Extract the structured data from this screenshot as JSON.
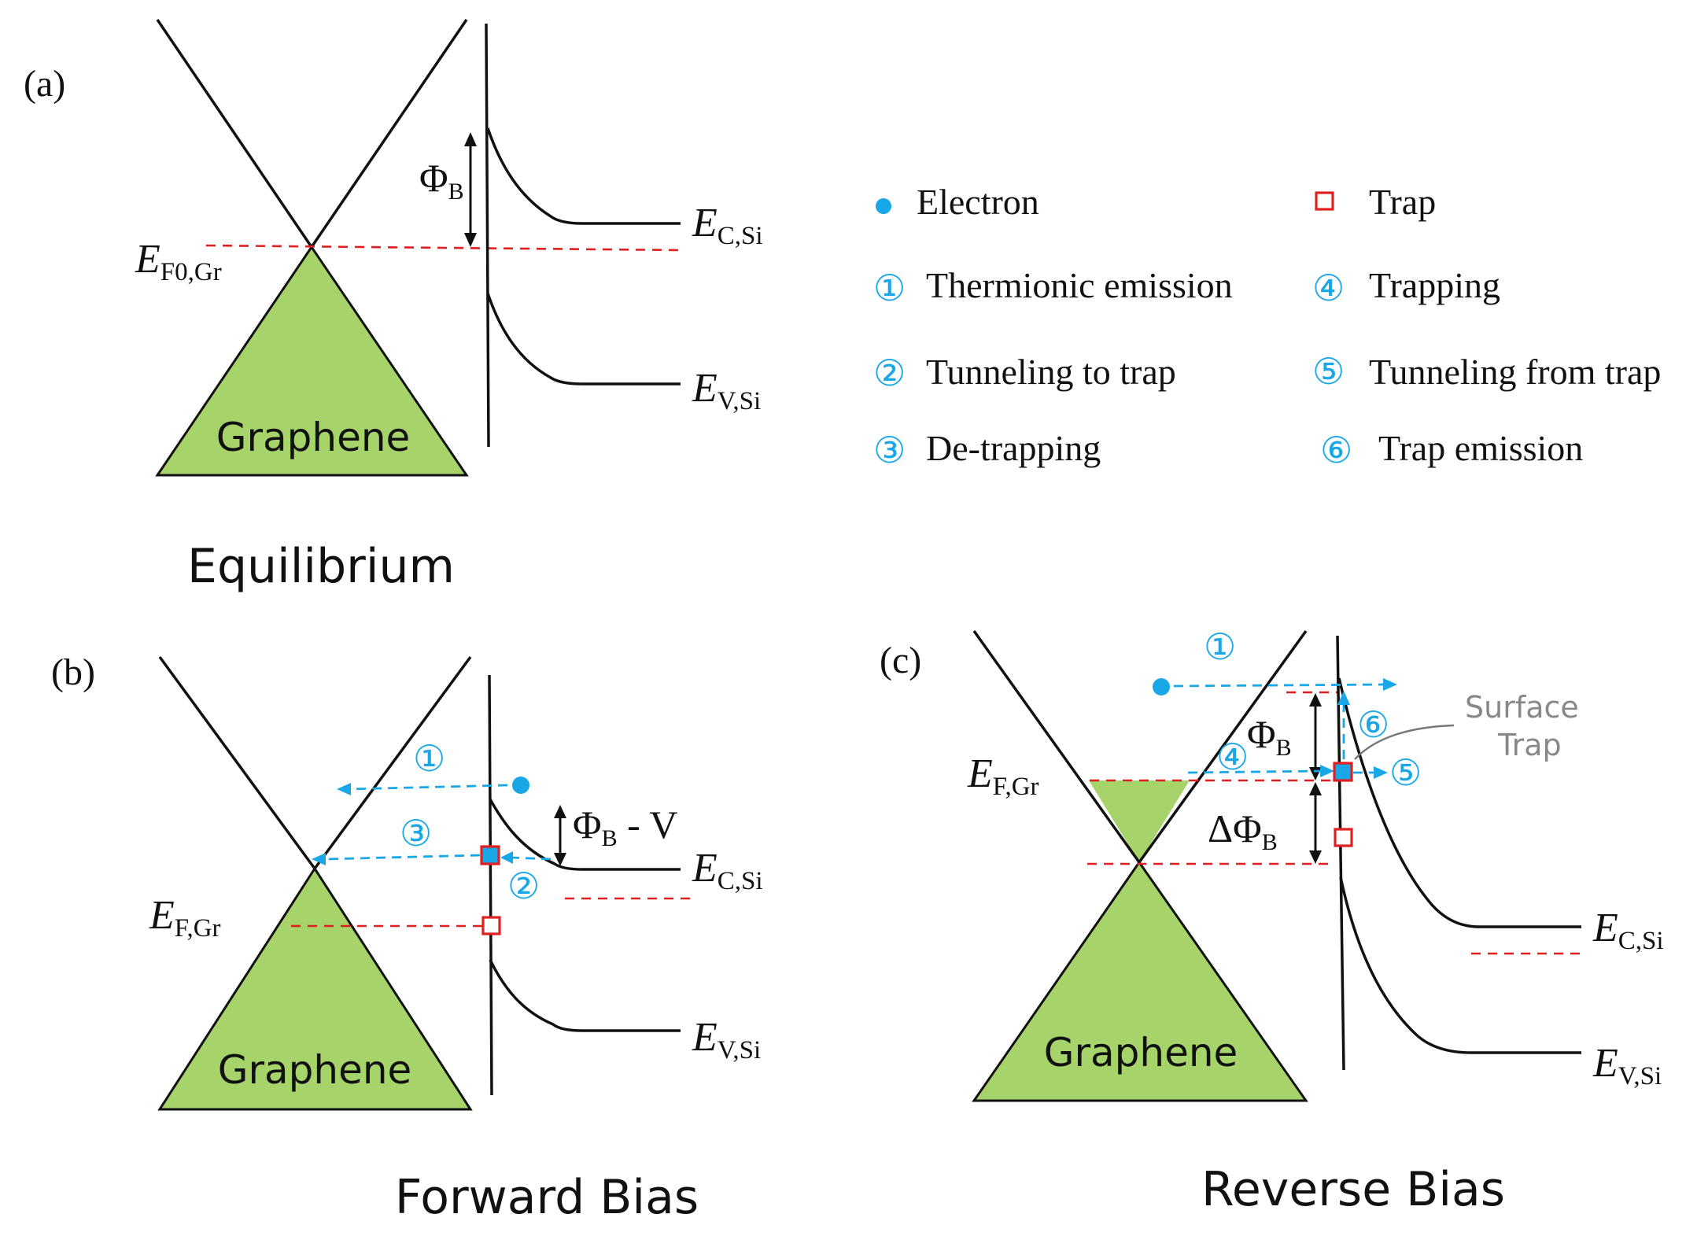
{
  "panels": {
    "a": {
      "label": "(a)",
      "caption": "Equilibrium",
      "graphene": "Graphene",
      "fermi": {
        "E": "E",
        "sub": "F0,Gr"
      },
      "barrier": {
        "symbol": "Φ",
        "sub": "B"
      },
      "ec": {
        "E": "E",
        "sub": "C,Si"
      },
      "ev": {
        "E": "E",
        "sub": "V,Si"
      }
    },
    "b": {
      "label": "(b)",
      "caption": "Forward Bias",
      "graphene": "Graphene",
      "fermi": {
        "E": "E",
        "sub": "F,Gr"
      },
      "barrier": {
        "symbol": "Φ",
        "sub": "B",
        "suffix": " - V"
      },
      "ec": {
        "E": "E",
        "sub": "C,Si"
      },
      "ev": {
        "E": "E",
        "sub": "V,Si"
      },
      "markers": [
        "①",
        "③",
        "②"
      ]
    },
    "c": {
      "label": "(c)",
      "caption": "Reverse Bias",
      "graphene": "Graphene",
      "fermi": {
        "E": "E",
        "sub": "F,Gr"
      },
      "barrier": {
        "symbol": "Φ",
        "sub": "B"
      },
      "delta_barrier": {
        "symbol": "ΔΦ",
        "sub": "B"
      },
      "surface_trap": [
        "Surface",
        "Trap"
      ],
      "ec": {
        "E": "E",
        "sub": "C,Si"
      },
      "ev": {
        "E": "E",
        "sub": "V,Si"
      },
      "markers": [
        "①",
        "⑥",
        "④",
        "⑤"
      ]
    }
  },
  "legend": {
    "electron": "Electron",
    "trap": "Trap",
    "items": [
      {
        "num": "①",
        "label": "Thermionic  emission"
      },
      {
        "num": "④",
        "label": "Trapping"
      },
      {
        "num": "②",
        "label": "Tunneling  to trap"
      },
      {
        "num": "⑤",
        "label": "Tunneling  from trap"
      },
      {
        "num": "③",
        "label": "De-trapping"
      },
      {
        "num": "⑥",
        "label": "Trap emission"
      }
    ]
  },
  "colors": {
    "electron": "#1aa7e8",
    "trap": "#e02020",
    "graphene_fill": "#a6d46a",
    "line": "#111111"
  }
}
